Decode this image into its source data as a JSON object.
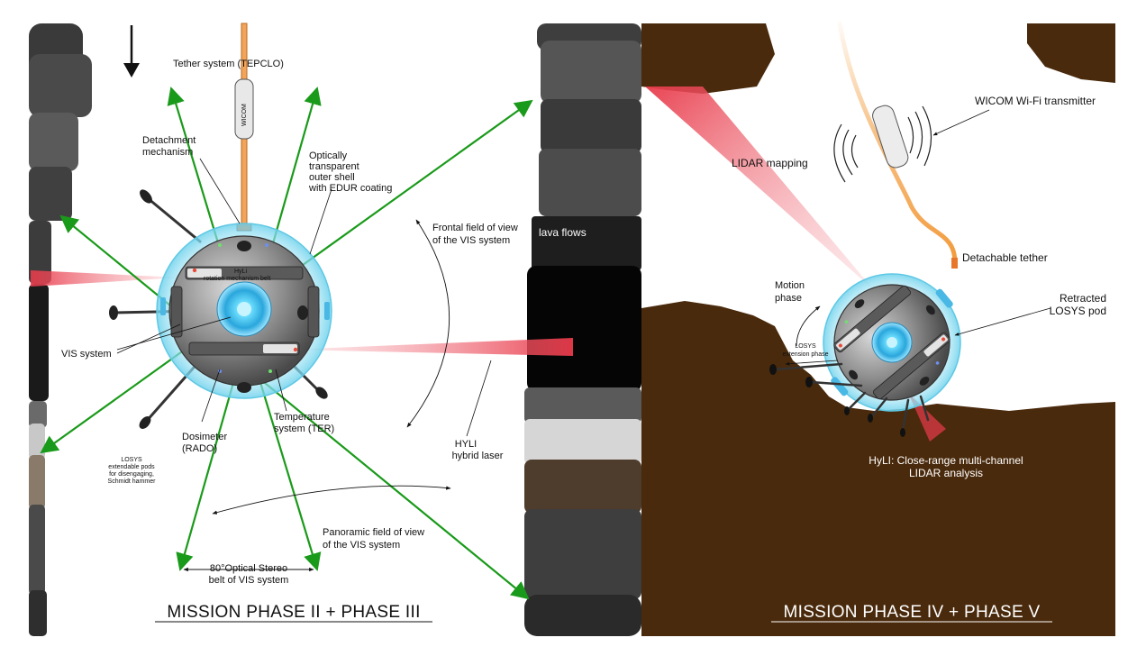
{
  "left_panel": {
    "tether_label": "Tether system   (TEPCLO)",
    "wicom_label": "WICOM",
    "detachment": [
      "Detachment",
      "mechanism"
    ],
    "shell": [
      "Optically",
      "transparent",
      "outer shell",
      "with EDUR coating"
    ],
    "belt": [
      "HyLi",
      "rotation mechanism belt"
    ],
    "vis_system": "VIS system",
    "frontal_fov": [
      "Frontal field of view",
      "of the VIS system"
    ],
    "panoramic_fov": [
      "Panoramic field of view",
      "of the VIS system"
    ],
    "hyli_laser": [
      "HYLI",
      "hybrid laser"
    ],
    "dosimeter": [
      "Dosimeter",
      "(RADO)"
    ],
    "temperature": [
      "Temperature",
      "system (TER)"
    ],
    "losys_pods": [
      "LOSYS",
      "extendable pods",
      "for disengaging,",
      "Schmidt hammer"
    ],
    "stereo_belt": [
      "80°Optical Stereo",
      "belt of VIS system"
    ],
    "lava_flows": "lava flows",
    "phase_title": "MISSION PHASE II + PHASE III"
  },
  "right_panel": {
    "lidar_mapping": "LIDAR mapping",
    "wicom_tx": "WICOM Wi-Fi transmitter",
    "detachable_tether": "Detachable tether",
    "motion_phase": [
      "Motion",
      "phase"
    ],
    "retracted_pod": [
      "Retracted",
      "LOSYS pod"
    ],
    "losys_extension": [
      "LOSYS",
      "extension phase"
    ],
    "hyli_analysis": [
      "HyLI: Close-range multi-channel",
      "LIDAR analysis"
    ],
    "phase_title": "MISSION PHASE IV + PHASE V"
  },
  "colors": {
    "rock_brown": "#4a2a0c",
    "fov_green": "#1a9a1a",
    "shell_cyan": "#7fd8ee",
    "tether_orange": "#f29a3a",
    "laser_red": "#e83a4a"
  }
}
